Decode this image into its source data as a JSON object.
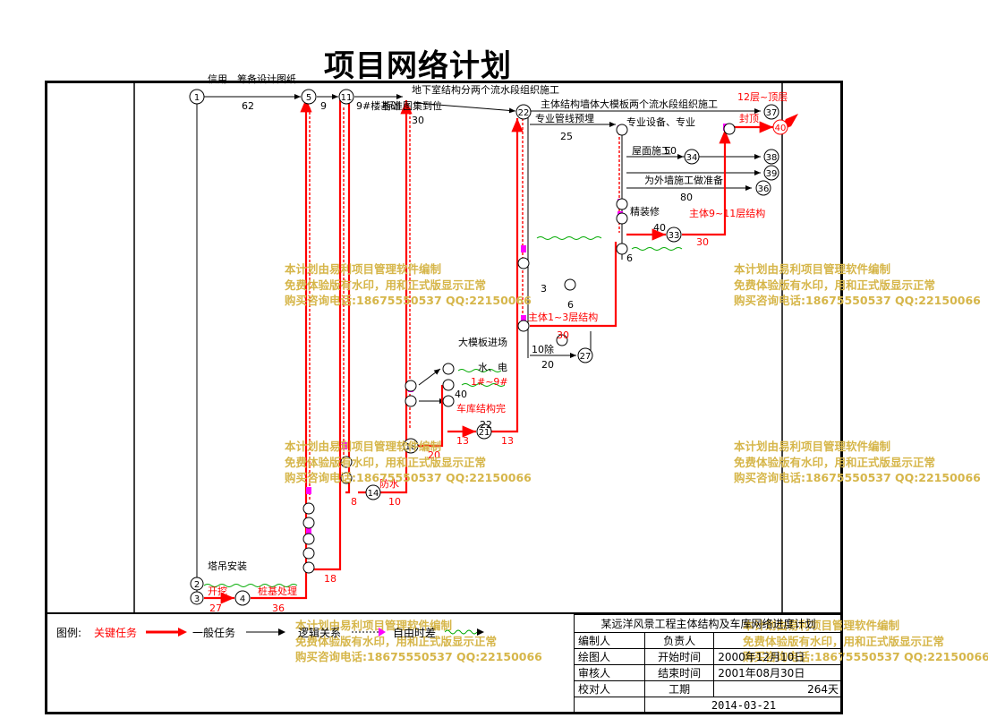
{
  "title": "项目网络计划",
  "watermark": {
    "line1": "本计划由易利项目管理软件编制",
    "line2": "免费体验版有水印，用和正式版显示正常",
    "line3": "购买咨询电话:18675550537 QQ:22150066"
  },
  "legend": {
    "label": "图例:",
    "critical": "关键任务",
    "normal": "一般任务",
    "logic": "逻辑关系",
    "float": "自由时差"
  },
  "title_block": {
    "project": "某远洋风景工程主体结构及车库网络进度计划",
    "row1_a": "编制人",
    "row1_b": "负责人",
    "row2_a": "绘图人",
    "row2_b": "开始时间",
    "row2_c": "2000年12月10日",
    "row3_a": "审核人",
    "row3_b": "结束时间",
    "row3_c": "2001年08月30日",
    "row4_a": "校对人",
    "row4_b": "工期",
    "row4_c": "264天",
    "date": "2014-03-21"
  },
  "colors": {
    "critical": "#ff0000",
    "normal": "#000000",
    "float": "#00aa00",
    "milestone": "#ff00ff",
    "watermark": "#d6b64a"
  },
  "nodes": [
    {
      "id": "1"
    },
    {
      "id": "2"
    },
    {
      "id": "3"
    },
    {
      "id": "4"
    },
    {
      "id": "5"
    },
    {
      "id": "11"
    },
    {
      "id": "14"
    },
    {
      "id": "18"
    },
    {
      "id": "21"
    },
    {
      "id": "22"
    },
    {
      "id": "27"
    },
    {
      "id": "33"
    },
    {
      "id": "34"
    },
    {
      "id": "36"
    },
    {
      "id": "37"
    },
    {
      "id": "38"
    },
    {
      "id": "39"
    },
    {
      "id": "40"
    }
  ],
  "labels": {
    "task_1_5": "信用、筹备设计图纸",
    "dur_1_5": "62",
    "dur_5_11": "9",
    "task_top": "地下室结构分两个流水段组织施工",
    "task_main": "主体结构墙体大模板两个流水段组织施工",
    "task_pipe": "专业管线预埋",
    "dur_pipe": "25",
    "dur_30": "30",
    "task_12": "12层~顶层",
    "task_roof": "封顶",
    "task_pile": "桩基处理",
    "dur_pile": "36",
    "dur_27": "27",
    "task_tower": "塔吊安装",
    "task_start": "开挖",
    "dur_18": "18",
    "dur_8": "8",
    "dur_10": "10",
    "dur_20a": "20",
    "dur_13a": "13",
    "dur_13b": "13",
    "dur_22": "22",
    "dur_40a": "40",
    "dur_40b": "40",
    "dur_80": "80",
    "dur_50": "50",
    "dur_30b": "30",
    "dur_6a": "6",
    "dur_6b": "6",
    "dur_3": "3",
    "dur_20b": "20",
    "task_main13": "主体1~3层结构",
    "task_main11": "主体9~11层结构",
    "task_outer": "为外墙施工做准备",
    "task_waterproof": "防水",
    "task_std": "标准图集到位",
    "task_9": "9#楼基础",
    "task_1_9": "1#~9#",
    "task_garage": "车库结构完",
    "task_10": "10除",
    "task_waterelec": "水、电",
    "task_big": "大模板进场",
    "task_equip": "专业设备、专业",
    "task_roofwork": "屋面施工",
    "task_fine": "精装修"
  }
}
